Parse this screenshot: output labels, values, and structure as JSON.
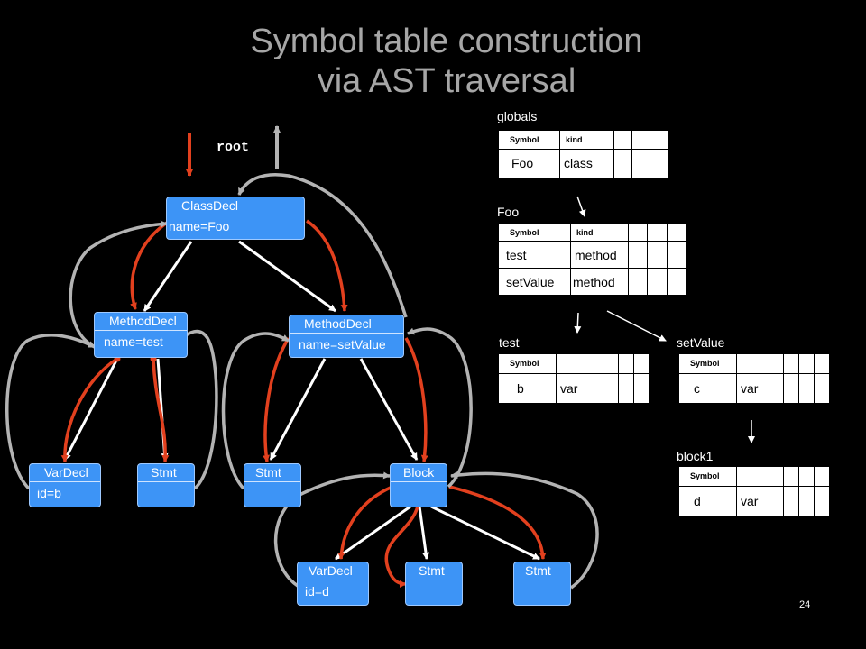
{
  "title": {
    "line1": "Symbol table construction",
    "line2": "via AST traversal"
  },
  "root_label": "root",
  "ast": {
    "classdecl": {
      "header": "ClassDecl",
      "prop": "name=Foo"
    },
    "methoddecl_test": {
      "header": "MethodDecl",
      "prop": "name=test"
    },
    "methoddecl_setvalue": {
      "header": "MethodDecl",
      "prop": "name=setValue"
    },
    "vardecl_b": {
      "header": "VarDecl",
      "prop": "id=b"
    },
    "stmt_test": {
      "header": "Stmt",
      "prop": ""
    },
    "stmt_setvalue": {
      "header": "Stmt",
      "prop": ""
    },
    "block": {
      "header": "Block",
      "prop": ""
    },
    "vardecl_d": {
      "header": "VarDecl",
      "prop": "id=d"
    },
    "stmt_block1": {
      "header": "Stmt",
      "prop": ""
    },
    "stmt_block2": {
      "header": "Stmt",
      "prop": ""
    }
  },
  "symbol_tables": {
    "globals": {
      "label": "globals",
      "head": [
        "Symbol",
        "kind"
      ],
      "rows": [
        [
          "Foo",
          "class"
        ]
      ]
    },
    "foo": {
      "label": "Foo",
      "head": [
        "Symbol",
        "kind"
      ],
      "rows": [
        [
          "test",
          "method"
        ],
        [
          "setValue",
          "method"
        ]
      ]
    },
    "test": {
      "label": "test",
      "head": [
        "Symbol",
        ""
      ],
      "rows": [
        [
          "b",
          "var"
        ]
      ]
    },
    "setvalue": {
      "label": "setValue",
      "head": [
        "Symbol",
        ""
      ],
      "rows": [
        [
          "c",
          "var"
        ]
      ]
    },
    "block1": {
      "label": "block1",
      "head": [
        "Symbol",
        ""
      ],
      "rows": [
        [
          "d",
          "var"
        ]
      ]
    }
  },
  "colors": {
    "node_fill": "#3d94f6",
    "descend_arrow": "#e2401e",
    "return_arrow": "#b3b3b3",
    "tree_edge": "#ffffff"
  },
  "page_number": "24"
}
